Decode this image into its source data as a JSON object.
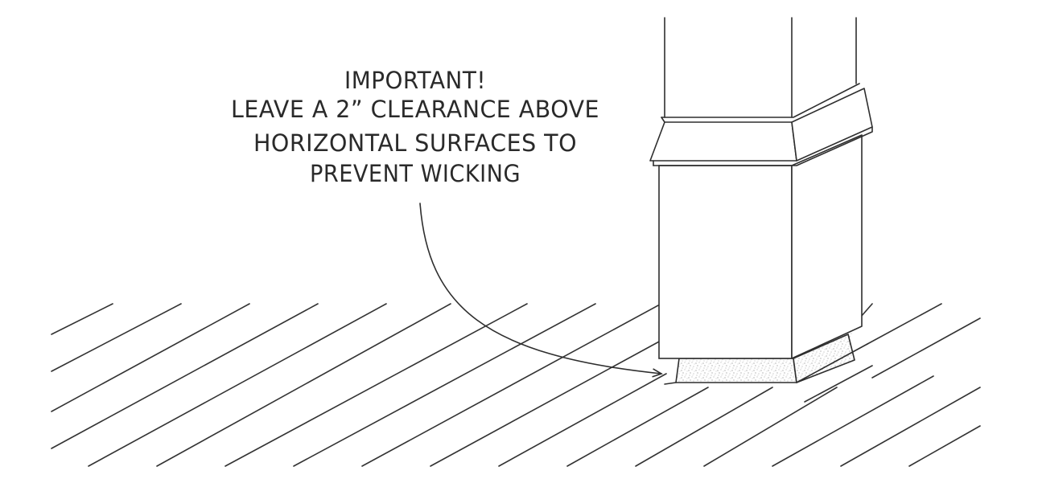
{
  "annotation": {
    "lines": [
      "IMPORTANT!",
      "LEAVE A 2” CLEARANCE ABOVE",
      "HORIZONTAL SURFACES TO",
      "PREVENT WICKING"
    ]
  },
  "colors": {
    "ink": "#2e2e2e",
    "background": "#ffffff",
    "spacer_speckle": "#8c8c8c"
  }
}
